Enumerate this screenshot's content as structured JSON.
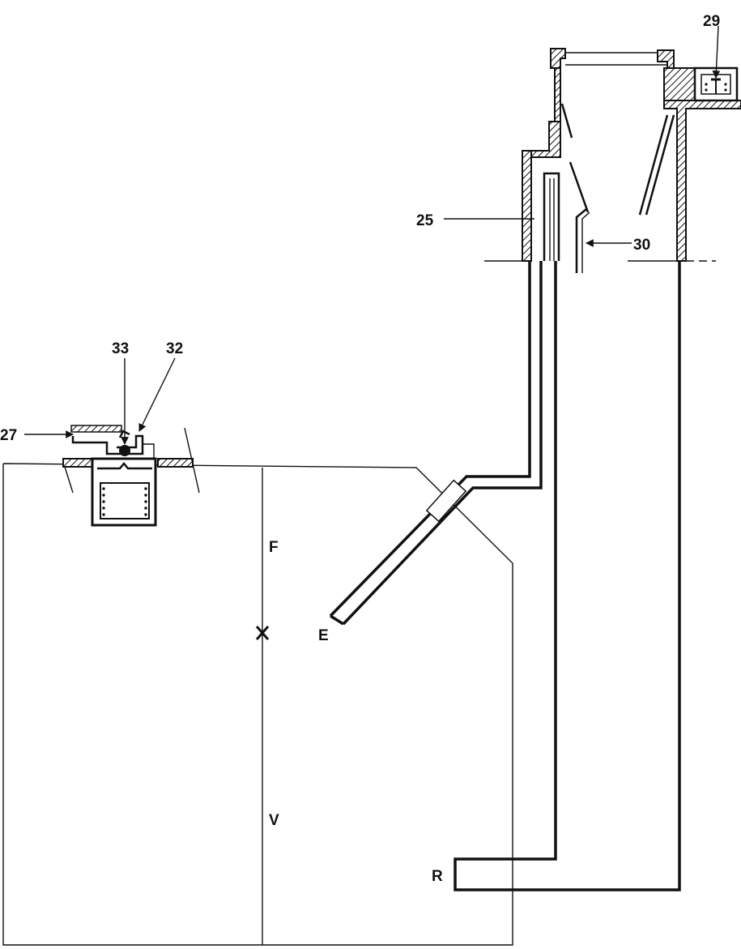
{
  "labels": {
    "l29": "29",
    "l25": "25",
    "l30": "30",
    "l33": "33",
    "l32": "32",
    "l27": "27",
    "lF": "F",
    "lX": "X",
    "lE": "E",
    "lV": "V",
    "lR": "R"
  }
}
